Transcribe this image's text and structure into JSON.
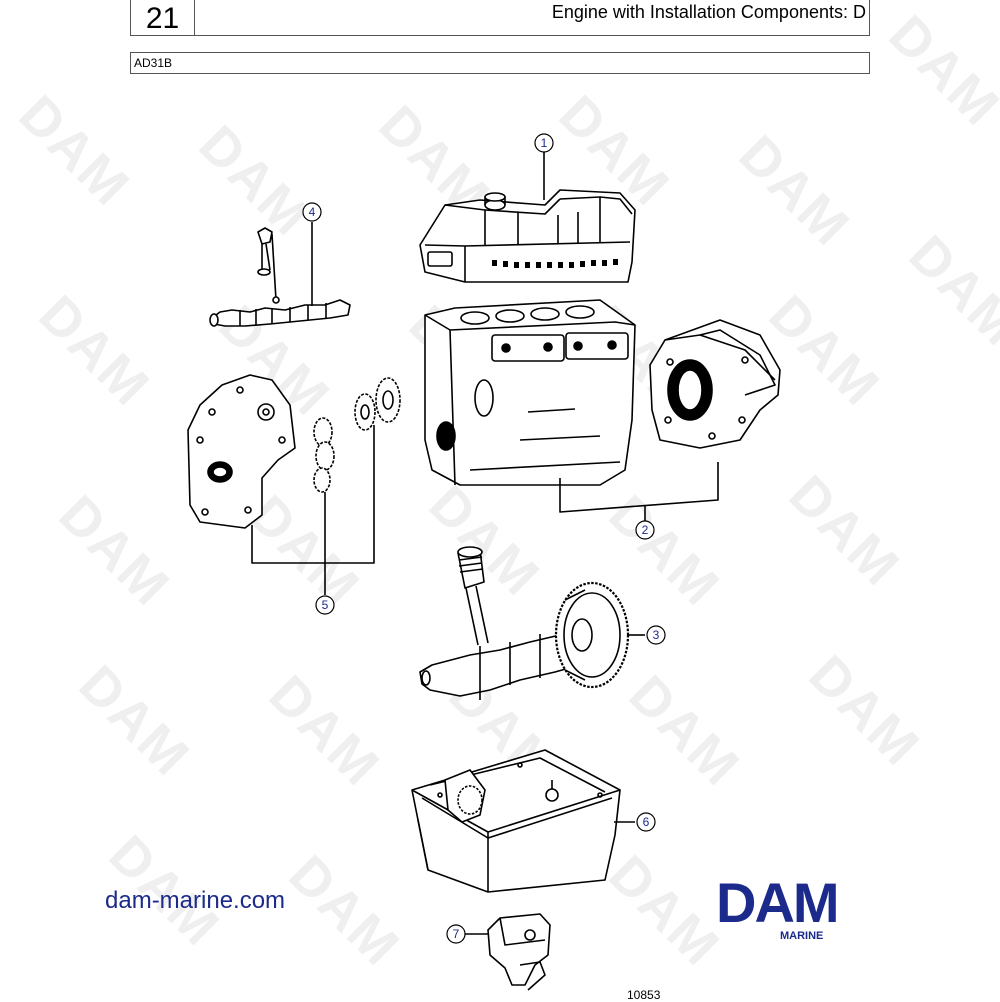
{
  "header": {
    "page_number": "21",
    "title": "Engine with Installation Components: D",
    "model": "AD31B"
  },
  "watermark": {
    "text": "DAM"
  },
  "callouts": [
    {
      "number": "1",
      "part": "cylinder-head"
    },
    {
      "number": "2",
      "part": "cylinder-block-flywheel-housing"
    },
    {
      "number": "3",
      "part": "crankshaft-piston-flywheel"
    },
    {
      "number": "4",
      "part": "camshaft-valve-rocker"
    },
    {
      "number": "5",
      "part": "timing-cover-gears"
    },
    {
      "number": "6",
      "part": "oil-sump"
    },
    {
      "number": "7",
      "part": "engine-mount"
    }
  ],
  "footer": {
    "website": "dam-marine.com",
    "logo_text": "DAM",
    "logo_subtext": "MARINE",
    "drawing_number": "10853"
  },
  "colors": {
    "brand_blue": "#1c2a8c",
    "callout_blue": "#1c2a8c",
    "line": "#000000"
  }
}
